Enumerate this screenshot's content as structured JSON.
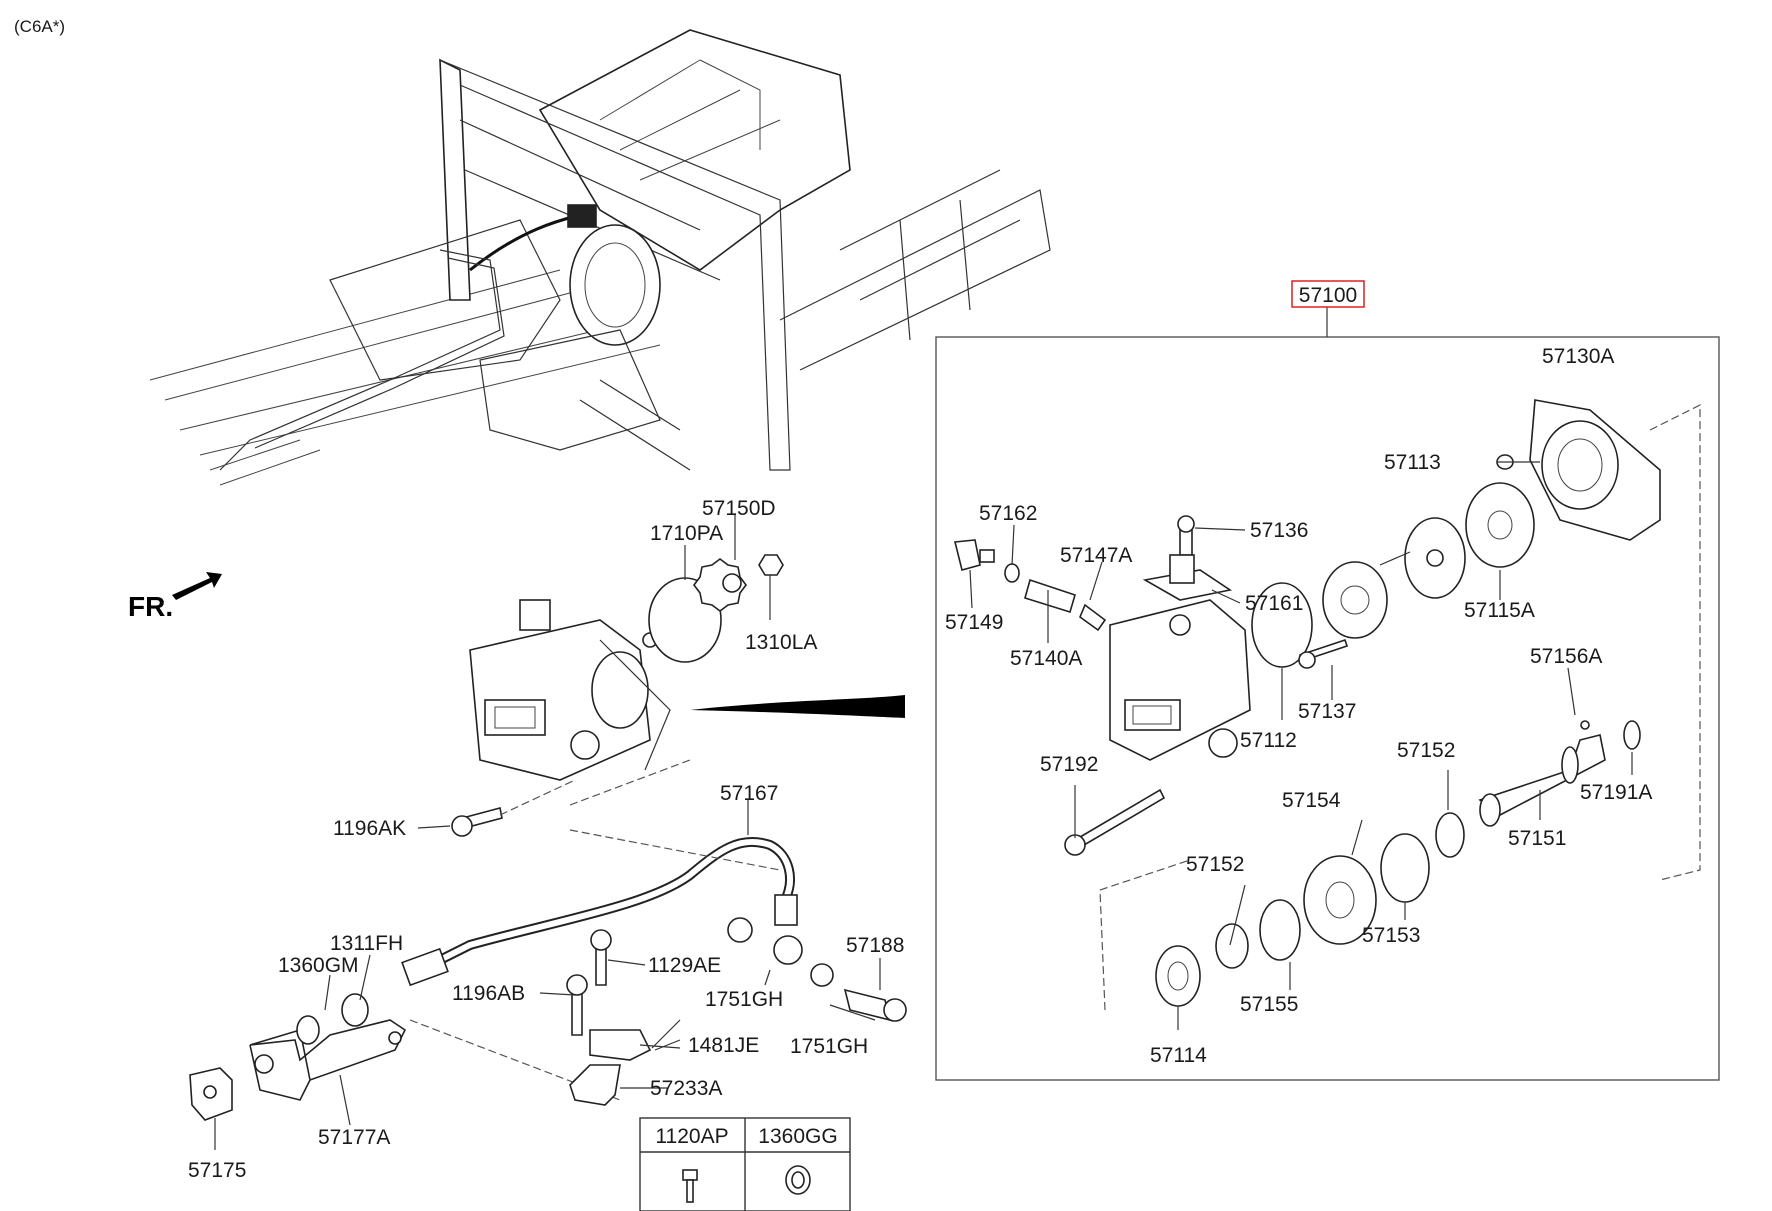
{
  "header": {
    "code": "(C6A*)"
  },
  "direction": {
    "label": "FR."
  },
  "assembly": {
    "part_no": "57100",
    "highlight_color": "#e02020"
  },
  "parts": {
    "p57130A": "57130A",
    "p57113": "57113",
    "p57162": "57162",
    "p57136": "57136",
    "p57147A": "57147A",
    "p57161": "57161",
    "p57115A": "57115A",
    "p57149": "57149",
    "p57140A": "57140A",
    "p57156A": "57156A",
    "p57137": "57137",
    "p57112": "57112",
    "p57152a": "57152",
    "p57192": "57192",
    "p57191A": "57191A",
    "p57154": "57154",
    "p57151": "57151",
    "p57152b": "57152",
    "p57153": "57153",
    "p57155": "57155",
    "p57114": "57114",
    "p57150D": "57150D",
    "p1710PA": "1710PA",
    "p1310LA": "1310LA",
    "p1196AK": "1196AK",
    "p57167": "57167",
    "p1311FH": "1311FH",
    "p1360GM": "1360GM",
    "p1129AE": "1129AE",
    "p57188": "57188",
    "p1196AB": "1196AB",
    "p1751GH_a": "1751GH",
    "p1751GH_b": "1751GH",
    "p1481JE": "1481JE",
    "p57233A": "57233A",
    "p57177A": "57177A",
    "p57175": "57175"
  },
  "legend": {
    "col1": "1120AP",
    "col2": "1360GG"
  }
}
